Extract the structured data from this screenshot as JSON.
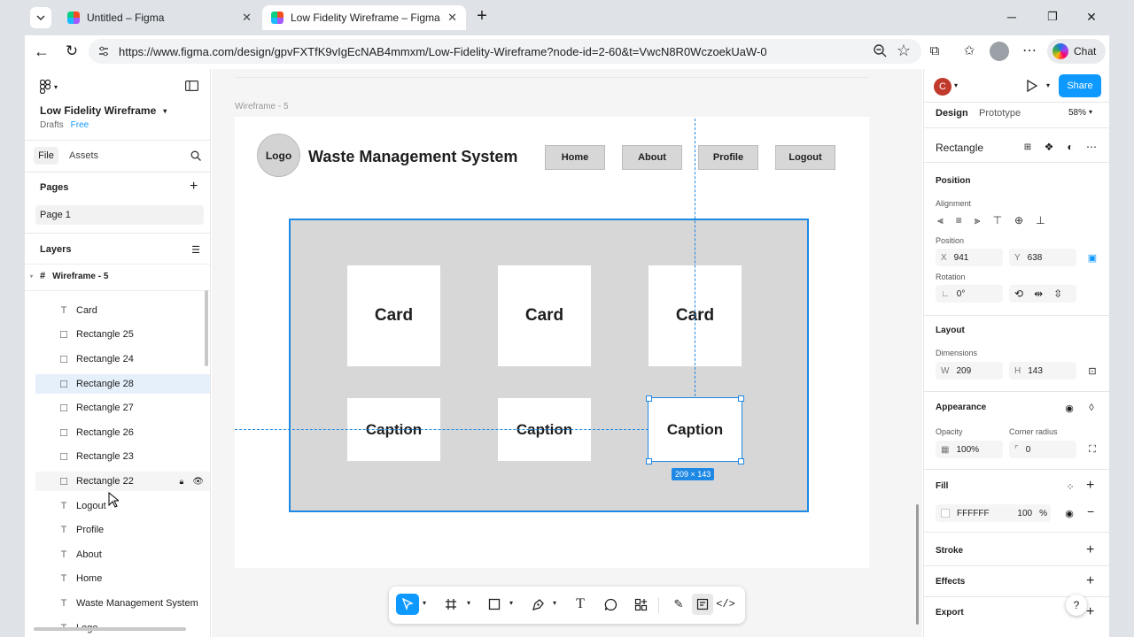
{
  "browser": {
    "tabs": [
      {
        "title": "Untitled – Figma"
      },
      {
        "title": "Low Fidelity Wireframe – Figma"
      }
    ],
    "url": "https://www.figma.com/design/gpvFXTfK9vIgEcNAB4mmxm/Low-Fidelity-Wireframe?node-id=2-60&t=VwcN8R0WczoekUaW-0",
    "chat_label": "Chat"
  },
  "left": {
    "file_name": "Low Fidelity Wireframe",
    "drafts": "Drafts",
    "plan": "Free",
    "tab_file": "File",
    "tab_assets": "Assets",
    "pages_title": "Pages",
    "page1": "Page 1",
    "layers_title": "Layers",
    "frame": "Wireframe - 5",
    "layers": [
      {
        "type": "text",
        "name": "Card"
      },
      {
        "type": "rect",
        "name": "Rectangle 25"
      },
      {
        "type": "rect",
        "name": "Rectangle 24"
      },
      {
        "type": "rect",
        "name": "Rectangle 28"
      },
      {
        "type": "rect",
        "name": "Rectangle 27"
      },
      {
        "type": "rect",
        "name": "Rectangle 26"
      },
      {
        "type": "rect",
        "name": "Rectangle 23"
      },
      {
        "type": "rect",
        "name": "Rectangle 22"
      },
      {
        "type": "text",
        "name": "Logout"
      },
      {
        "type": "text",
        "name": "Profile"
      },
      {
        "type": "text",
        "name": "About"
      },
      {
        "type": "text",
        "name": "Home"
      },
      {
        "type": "text",
        "name": "Waste Management System"
      },
      {
        "type": "text",
        "name": "Logo"
      }
    ]
  },
  "canvas": {
    "frame_label": "Wireframe - 5",
    "logo": "Logo",
    "title": "Waste Management System",
    "nav": [
      "Home",
      "About",
      "Profile",
      "Logout"
    ],
    "cards": [
      "Card",
      "Card",
      "Card"
    ],
    "captions": [
      "Caption",
      "Caption",
      "Caption"
    ],
    "size_badge": "209 × 143"
  },
  "right": {
    "avatar": "C",
    "share": "Share",
    "tab_design": "Design",
    "tab_prototype": "Prototype",
    "zoom": "58%",
    "element": "Rectangle",
    "position_title": "Position",
    "alignment": "Alignment",
    "position_label": "Position",
    "x_key": "X",
    "x": "941",
    "y_key": "Y",
    "y": "638",
    "rotation_label": "Rotation",
    "rotation": "0°",
    "layout_title": "Layout",
    "dimensions": "Dimensions",
    "w_key": "W",
    "w": "209",
    "h_key": "H",
    "h": "143",
    "appearance_title": "Appearance",
    "opacity_label": "Opacity",
    "opacity": "100%",
    "radius_label": "Corner radius",
    "radius": "0",
    "fill_title": "Fill",
    "fill_hex": "FFFFFF",
    "fill_opacity": "100",
    "fill_pct": "%",
    "stroke_title": "Stroke",
    "effects_title": "Effects",
    "export_title": "Export"
  },
  "colors": {
    "accent": "#0d99ff",
    "selection": "#1e88e5"
  }
}
